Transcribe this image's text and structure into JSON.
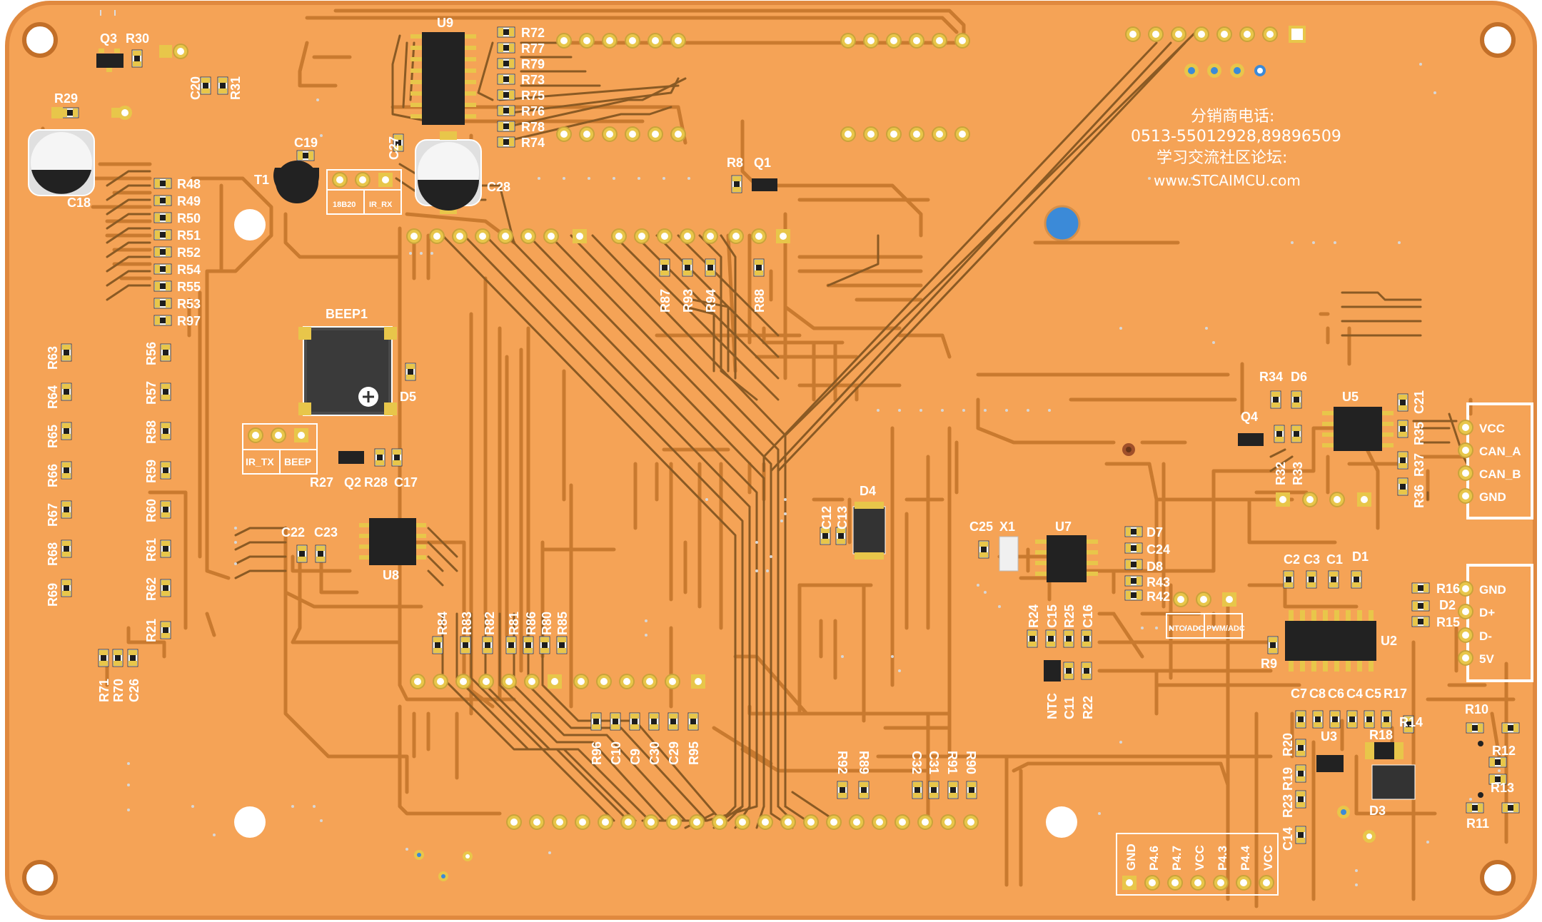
{
  "colors": {
    "board": "#f5a356",
    "board_edge": "#e0893f",
    "trace": "#c97a2f",
    "trace_dark": "#8a5a24",
    "pad": "#e8c64a",
    "chip": "#262626",
    "silkscreen": "#ffffff",
    "hole": "#ffffff"
  },
  "vendor_text": {
    "line1": "分销商电话:",
    "line2": "0513-55012928,89896509",
    "line3": "学习交流社区论坛:",
    "line4": "www.STCAIMCU.com"
  },
  "header_labels": {
    "ds18b20": "18B20",
    "ir_rx": "IR_RX",
    "ir_tx": "IR_TX",
    "beep": "BEEP",
    "ntc_adc": "NTC/ADC",
    "pwm_adc": "PWM/ADC"
  },
  "can_connector": [
    "VCC",
    "CAN_A",
    "CAN_B",
    "GND"
  ],
  "usb_connector": [
    "GND",
    "D+",
    "D-",
    "5V"
  ],
  "bottom_header": [
    "GND",
    "P4.6",
    "P4.7",
    "VCC",
    "P4.3",
    "P4.4",
    "VCC"
  ],
  "chips": {
    "u9": "U9",
    "u8": "U8",
    "u7": "U7",
    "u5": "U5",
    "u2": "U2",
    "u3": "U3",
    "q1": "Q1",
    "q2": "Q2",
    "q3": "Q3",
    "q4": "Q4",
    "t1": "T1",
    "beep1": "BEEP1",
    "x1": "X1",
    "d1": "D1",
    "d2": "D2",
    "d3": "D3",
    "d4": "D4",
    "d5": "D5",
    "d6": "D6",
    "d7": "D7",
    "d8": "D8",
    "c18": "C18",
    "c28": "C28"
  },
  "component_labels": {
    "r29": "R29",
    "r30": "R30",
    "c20": "C20",
    "r31": "R31",
    "c19": "C19",
    "c27": "C27",
    "r72": "R72",
    "r77": "R77",
    "r79": "R79",
    "r73": "R73",
    "r75": "R75",
    "r76": "R76",
    "r78": "R78",
    "r74": "R74",
    "r48": "R48",
    "r49": "R49",
    "r50": "R50",
    "r51": "R51",
    "r52": "R52",
    "r54": "R54",
    "r55": "R55",
    "r53": "R53",
    "r97": "R97",
    "r8": "R8",
    "r87": "R87",
    "r93": "R93",
    "r94": "R94",
    "r88": "R88",
    "r63": "R63",
    "r64": "R64",
    "r65": "R65",
    "r66": "R66",
    "r67": "R67",
    "r68": "R68",
    "r69": "R69",
    "r56": "R56",
    "r57": "R57",
    "r58": "R58",
    "r59": "R59",
    "r60": "R60",
    "r61": "R61",
    "r62": "R62",
    "r21": "R21",
    "r27": "R27",
    "r28": "R28",
    "c17": "C17",
    "c22": "C22",
    "c23": "C23",
    "r84": "R84",
    "r83": "R83",
    "r82": "R82",
    "r81": "R81",
    "r86": "R86",
    "r80": "R80",
    "r85": "R85",
    "r71": "R71",
    "r70": "R70",
    "c26": "C26",
    "r96": "R96",
    "c10": "C10",
    "c9": "C9",
    "c30": "C30",
    "c29": "C29",
    "r95": "R95",
    "c12": "C12",
    "c13": "C13",
    "r92": "R92",
    "r89": "R89",
    "c32": "C32",
    "c31": "C31",
    "r91": "R91",
    "r90": "R90",
    "c25": "C25",
    "c24": "C24",
    "r43": "R43",
    "r42": "R42",
    "r24": "R24",
    "c15": "C15",
    "r25": "R25",
    "c16": "C16",
    "ntc": "NTC",
    "c11": "C11",
    "r22": "R22",
    "r34": "R34",
    "r32": "R32",
    "r33": "R33",
    "r35": "R35",
    "r37": "R37",
    "c21": "C21",
    "r36": "R36",
    "c2": "C2",
    "c3": "C3",
    "c1": "C1",
    "r16": "R16",
    "r15": "R15",
    "r9": "R9",
    "c7": "C7",
    "c8": "C8",
    "c6": "C6",
    "c4": "C4",
    "c5": "C5",
    "r17": "R17",
    "r18": "R18",
    "r14": "R14",
    "r20": "R20",
    "r19": "R19",
    "r23": "R23",
    "c14": "C14",
    "r10": "R10",
    "r12": "R12",
    "r13": "R13",
    "r11": "R11"
  }
}
